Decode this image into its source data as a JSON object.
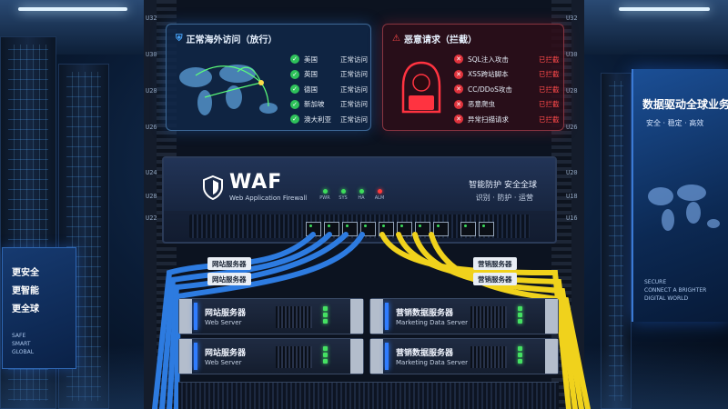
{
  "rack_labels": [
    "U32",
    "U30",
    "U28",
    "U26",
    "U24",
    "U22",
    "U20",
    "U18",
    "U16"
  ],
  "allowed_panel": {
    "title": "正常海外访问（放行）",
    "items": [
      {
        "country": "美国",
        "status": "正常访问"
      },
      {
        "country": "英国",
        "status": "正常访问"
      },
      {
        "country": "德国",
        "status": "正常访问"
      },
      {
        "country": "新加坡",
        "status": "正常访问"
      },
      {
        "country": "澳大利亚",
        "status": "正常访问"
      }
    ]
  },
  "blocked_panel": {
    "title": "恶意请求（拦截）",
    "items": [
      {
        "attack": "SQL注入攻击",
        "status": "已拦截"
      },
      {
        "attack": "XSS跨站脚本",
        "status": "已拦截"
      },
      {
        "attack": "CC/DDoS攻击",
        "status": "已拦截"
      },
      {
        "attack": "恶意爬虫",
        "status": "已拦截"
      },
      {
        "attack": "异常扫描请求",
        "status": "已拦截"
      }
    ]
  },
  "waf": {
    "title": "WAF",
    "subtitle": "Web Application Firewall",
    "slogan_main": "智能防护  安全全球",
    "slogan_sub": "识别 · 防护 · 运营",
    "indicators": [
      {
        "label": "PWR",
        "color": "#3ddc5b"
      },
      {
        "label": "SYS",
        "color": "#3ddc5b"
      },
      {
        "label": "HA",
        "color": "#3ddc5b"
      },
      {
        "label": "ALM",
        "color": "#ff3b3b"
      }
    ]
  },
  "cable_tags": {
    "left_top": "网站服务器",
    "left_bottom": "网站服务器",
    "right_top": "营销服务器",
    "right_bottom": "营销服务器"
  },
  "servers": {
    "web_1": {
      "name": "网站服务器",
      "sub": "Web Server"
    },
    "web_2": {
      "name": "网站服务器",
      "sub": "Web Server"
    },
    "mkt_1": {
      "name": "营销数据服务器",
      "sub": "Marketing Data Server"
    },
    "mkt_2": {
      "name": "营销数据服务器",
      "sub": "Marketing Data Server"
    }
  },
  "billboard_right": {
    "title": "数据驱动全球业务",
    "subtitle": "安全 · 稳定 · 高效",
    "english": [
      "SECURE",
      "CONNECT A BRIGHTER",
      "DIGITAL WORLD"
    ]
  },
  "billboard_left": {
    "lines": [
      "更安全",
      "更智能",
      "更全球"
    ],
    "english": [
      "SAFE",
      "SMART",
      "GLOBAL"
    ]
  },
  "colors": {
    "allowed": "#2ec15a",
    "blocked": "#e0333c",
    "blue_cable": "#2d7be0",
    "yellow_cable": "#f0d21c"
  }
}
